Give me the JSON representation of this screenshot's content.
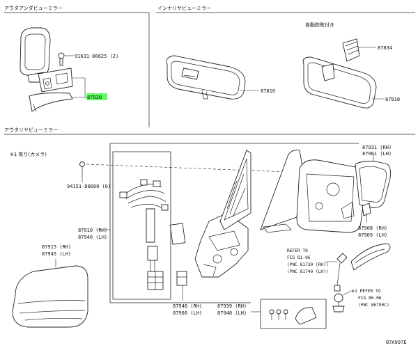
{
  "sections": {
    "under_mirror": "アウタアンダビューミラー",
    "inner_mirror": "インナリヤビューミラー",
    "auto_antiglare": "自動防眩付き",
    "outer_mirror": "アウタリヤビューミラー",
    "note_camera": "※1 有り(カメラ)"
  },
  "labels": {
    "p91631": "91631-80625 (2)",
    "p87930": "87930",
    "p87810a": "87810",
    "p87834": "87834",
    "p87810b": "87810",
    "p94151": "94151-80600 (6)",
    "p87931": "87931 (RH)",
    "p87961": "87961 (LH)",
    "p87910": "87910 (RH)",
    "p87940": "87940 (LH)",
    "p87908": "87908 (RH)",
    "p87909": "87909 (LH)",
    "p87915": "87915 (RH)",
    "p87945": "87945 (LH)",
    "p87946": "87946 (RH)",
    "p87966": "87966 (LH)",
    "p87939": "87939 (RH)",
    "p87948": "87948 (LH)",
    "ref1_a": "REFER TO",
    "ref1_b": "FIG 81-06",
    "ref1_c": "(PNC 81730 (RH))",
    "ref1_d": "(PNC 81740 (LH))",
    "ref2_a": "※1 REFER TO",
    "ref2_b": "FIG 86-06",
    "ref2_c": "(PNC 86790C)",
    "figure_id": "87A997E"
  },
  "colors": {
    "highlight": "#5dff5d",
    "line": "#222222"
  }
}
